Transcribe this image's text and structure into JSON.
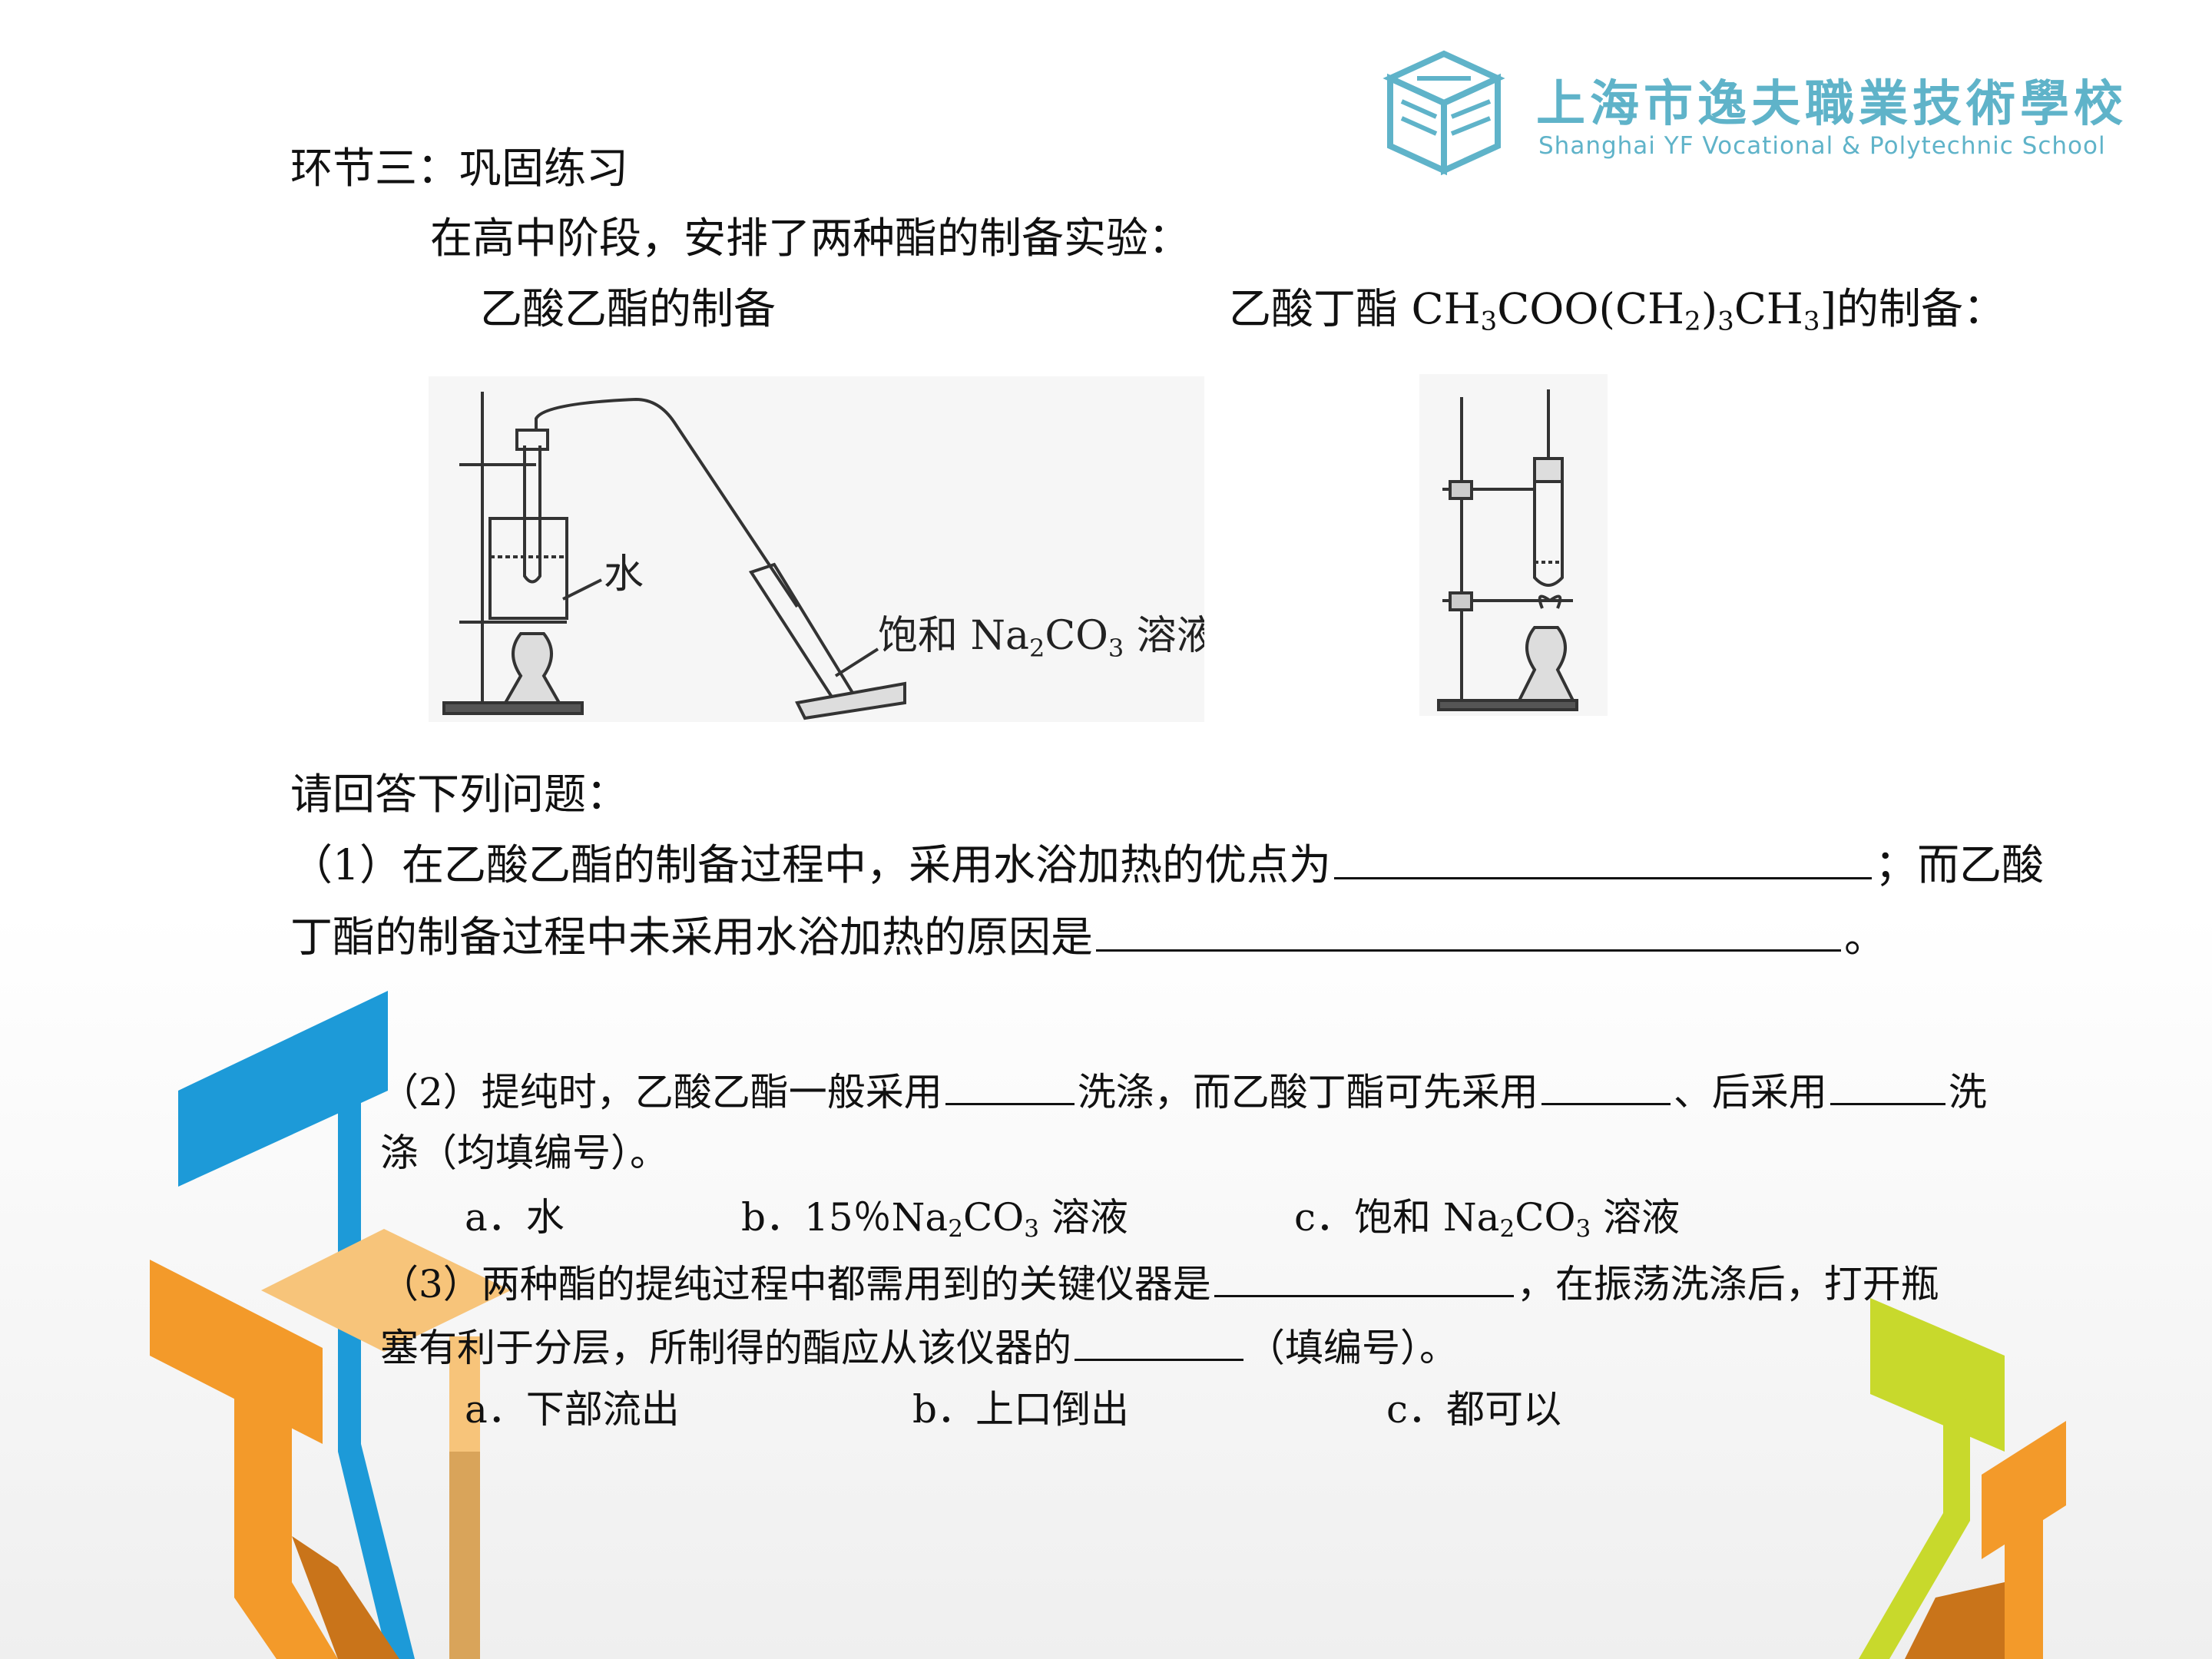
{
  "logo": {
    "name_cn": "上海市逸夫職業技術學校",
    "name_en": "Shanghai YF Vocational & Polytechnic School"
  },
  "section_title": "环节三：巩固练习",
  "intro": "在高中阶段，安排了两种酯的制备实验：",
  "exp1_title": "乙酸乙酯的制备",
  "exp2_title": {
    "pre": "乙酸丁酯 CH",
    "s1": "3",
    "mid1": "COO(CH",
    "s2": "2",
    "mid2": ")",
    "s3": "3",
    "mid3": "CH",
    "s4": "3",
    "post": "]的制备："
  },
  "figure1": {
    "label_water": "水",
    "label_solution_pre": "饱和 Na",
    "label_solution_sub1": "2",
    "label_solution_mid": "CO",
    "label_solution_sub2": "3",
    "label_solution_post": " 溶液"
  },
  "prompt": "请回答下列问题：",
  "q1": {
    "part1": "（1）在乙酸乙酯的制备过程中，采用水浴加热的优点为",
    "part2": "；而乙酸",
    "line2": "丁酯的制备过程中未采用水浴加热的原因是",
    "end": "。"
  },
  "q2": {
    "p1": "（2）提纯时，乙酸乙酯一般采用",
    "p2": "洗涤，而乙酸丁酯可先采用",
    "p3": "、后采用",
    "p4": "洗",
    "line2": "涤（均填编号）。",
    "opt_a": "a．水",
    "opt_b_pre": "b．15％Na",
    "opt_b_s1": "2",
    "opt_b_mid": "CO",
    "opt_b_s2": "3",
    "opt_b_post": " 溶液",
    "opt_c_pre": "c．饱和 Na",
    "opt_c_s1": "2",
    "opt_c_mid": "CO",
    "opt_c_s2": "3",
    "opt_c_post": " 溶液"
  },
  "q3": {
    "p1": "（3）两种酯的提纯过程中都需用到的关键仪器是",
    "p2": "，在振荡洗涤后，打开瓶",
    "line2_pre": "塞有利于分层，所制得的酯应从该仪器的",
    "line2_post": "（填编号）。",
    "opt_a": "a．下部流出",
    "opt_b": "b．上口倒出",
    "opt_c": "c．都可以"
  },
  "colors": {
    "logo_teal": "#5fb3c9",
    "deco_blue": "#1d9ad8",
    "deco_orange": "#f39a2a",
    "deco_light_orange": "#f7c47a",
    "deco_lime": "#c8d92c"
  }
}
